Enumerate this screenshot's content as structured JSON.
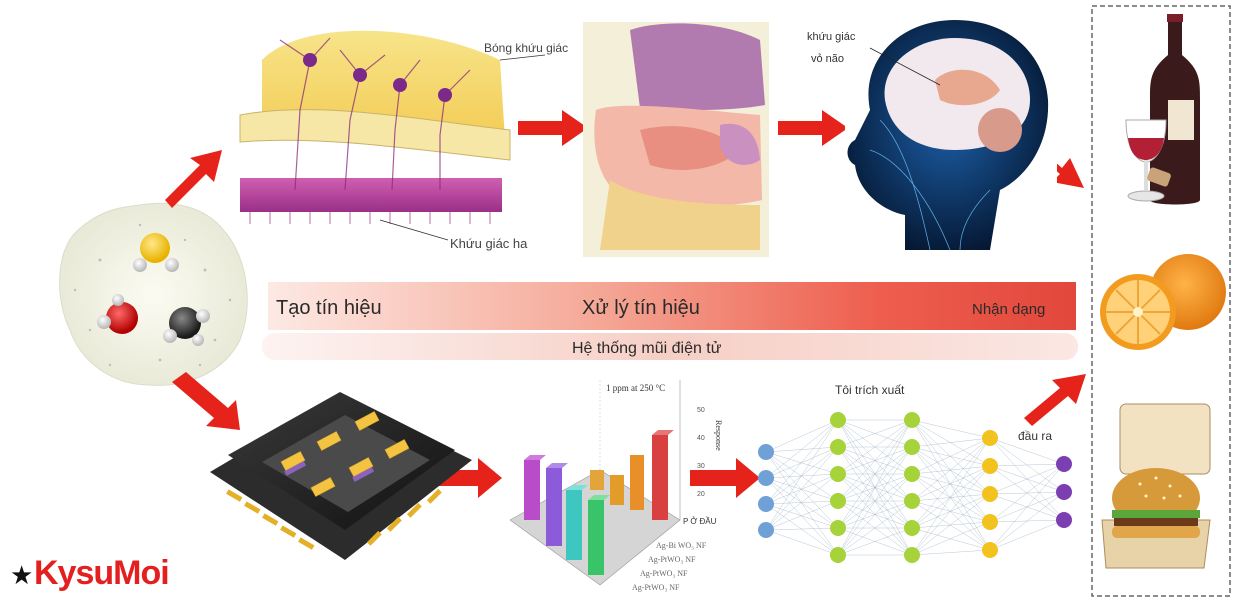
{
  "labels": {
    "olfactory_bulb": "Bóng khứu giác",
    "olfactory_epithelium": "Khứu giác ha",
    "olfactory_cortex_line1": "khứu giác",
    "olfactory_cortex_line2": "vỏ não",
    "signal_generation": "Tạo tín hiệu",
    "signal_processing": "Xử lý tín hiệu",
    "recognition": "Nhận dạng",
    "enose_system": "Hệ thống mũi điện tử",
    "feature_extraction": "Tôi trích xuất",
    "output": "đầu ra",
    "sensor_response": "P Ở ĐẦU",
    "chart_caption": "1 ppm at 250 °C",
    "chart_axis": "Response",
    "sensor_rows": [
      "Ag-Bi WO₃ NF",
      "Ag-PtWO₃ NF",
      "Ag-PtWO₃ NF",
      "Ag-PtWO₃ NF"
    ]
  },
  "logo": {
    "prefix": "★",
    "text": "KysuMoi"
  },
  "colors": {
    "arrow": "#e5231b",
    "band_start": "#fde9e4",
    "band_end": "#e2473b",
    "nn_input": "#6fa0d6",
    "nn_hidden": "#a6d23a",
    "nn_hidden2": "#f2c31f",
    "nn_output": "#7b3fb2"
  },
  "icons": [
    "molecule-icon",
    "neuron-icon",
    "nose-icon",
    "brain-icon",
    "chip-icon",
    "bar-chart-icon",
    "neural-net-icon",
    "wine-icon",
    "orange-icon",
    "burger-icon"
  ]
}
